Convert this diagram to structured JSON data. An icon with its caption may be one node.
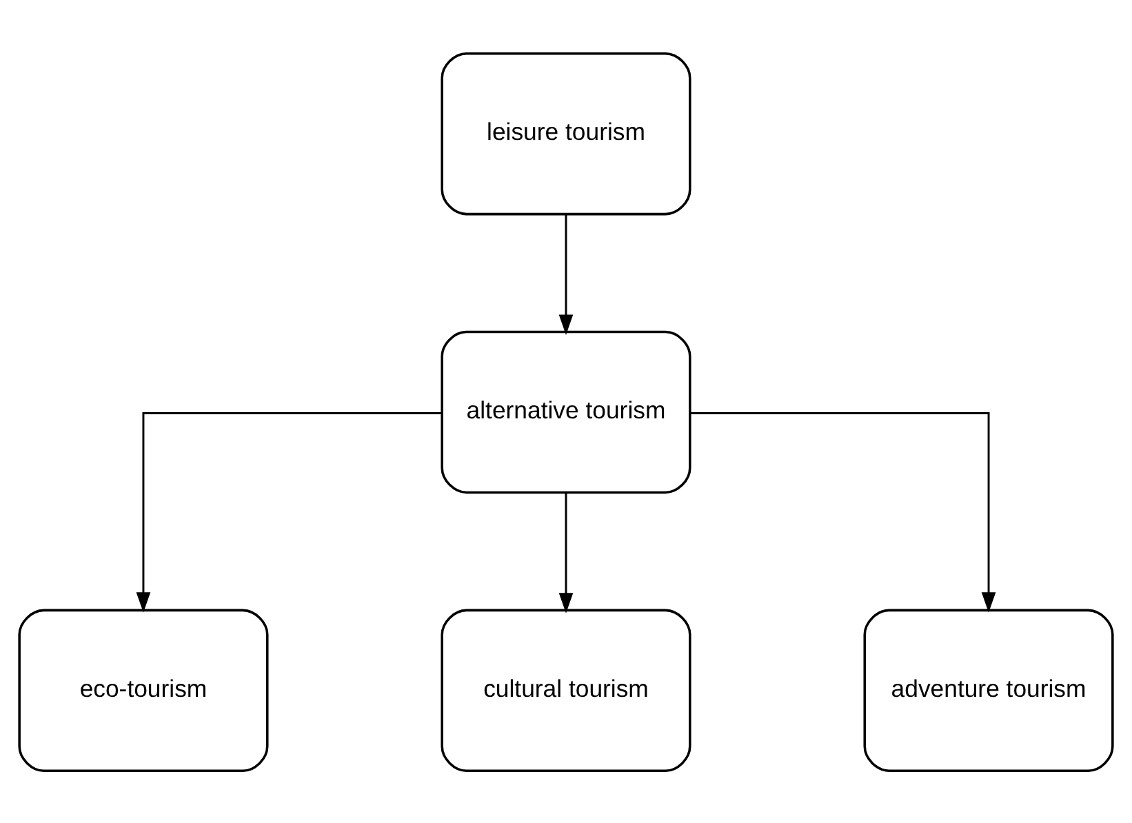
{
  "diagram": {
    "nodes": [
      {
        "text": [
          "leisure tourism"
        ]
      },
      {
        "text": [
          "alternative tourism"
        ]
      },
      {
        "text": [
          "eco-tourism"
        ]
      },
      {
        "text": [
          "cultural tourism"
        ]
      },
      {
        "text": [
          "adventure tourism"
        ]
      }
    ],
    "edges": [
      {
        "from": 0,
        "to": 1,
        "arrow": "to"
      },
      {
        "from": 1,
        "to": 2,
        "arrow": "to"
      },
      {
        "from": 1,
        "to": 3,
        "arrow": "to"
      },
      {
        "from": 1,
        "to": 4,
        "arrow": "to"
      }
    ]
  }
}
